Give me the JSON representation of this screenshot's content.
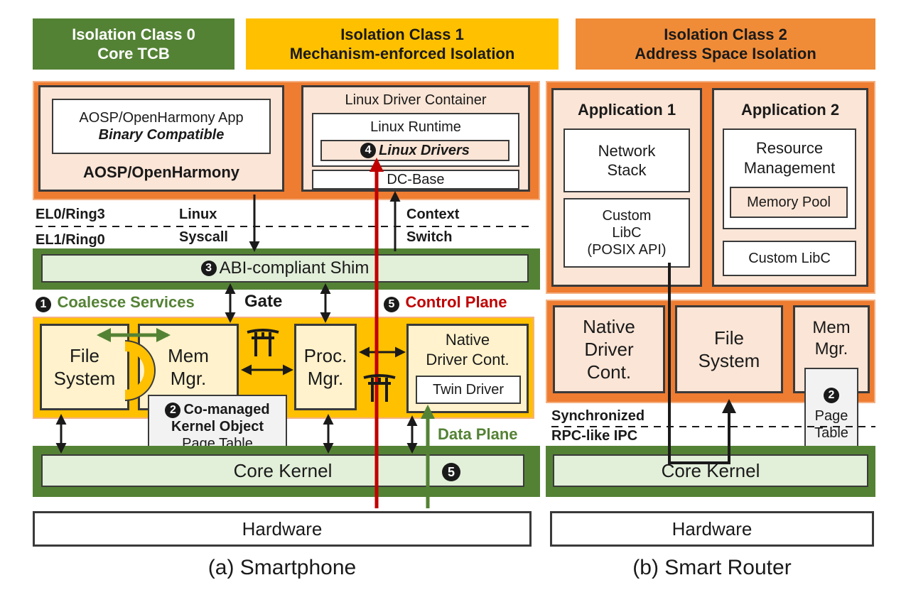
{
  "headers": {
    "class0_line1": "Isolation Class 0",
    "class0_line2": "Core TCB",
    "class1_line1": "Isolation Class 1",
    "class1_line2": "Mechanism-enforced Isolation",
    "class2_line1": "Isolation Class 2",
    "class2_line2": "Address Space Isolation"
  },
  "smartphone": {
    "aosp_app_line1": "AOSP/OpenHarmony App",
    "aosp_app_line2": "Binary Compatible",
    "aosp_label": "AOSP/OpenHarmony",
    "ldc_title": "Linux Driver Container",
    "linux_runtime": "Linux Runtime",
    "linux_drivers": "Linux Drivers",
    "dc_base": "DC-Base",
    "el0": "EL0/Ring3",
    "el1": "EL1/Ring0",
    "linux_syscall_1": "Linux",
    "linux_syscall_2": "Syscall",
    "context_switch_1": "Context",
    "context_switch_2": "Switch",
    "shim": "ABI-compliant Shim",
    "coalesce": "Coalesce Services",
    "gate": "Gate",
    "control_plane": "Control Plane",
    "file_system_1": "File",
    "file_system_2": "System",
    "mem_mgr_1": "Mem",
    "mem_mgr_2": "Mgr.",
    "proc_mgr_1": "Proc.",
    "proc_mgr_2": "Mgr.",
    "native_1": "Native",
    "native_2": "Driver Cont.",
    "twin_driver": "Twin Driver",
    "co_managed_1": "Co-managed",
    "co_managed_2": "Kernel Object",
    "page_table": "Page Table",
    "data_plane": "Data Plane",
    "core_kernel": "Core Kernel",
    "hardware": "Hardware",
    "caption": "(a) Smartphone"
  },
  "router": {
    "app1": "Application 1",
    "network_1": "Network",
    "network_2": "Stack",
    "custom_libc_1": "Custom",
    "custom_libc_2": "LibC",
    "custom_libc_3": "(POSIX API)",
    "app2": "Application 2",
    "resource_1": "Resource",
    "resource_2": "Management",
    "memory_pool": "Memory Pool",
    "custom_libc_b": "Custom LibC",
    "native_1": "Native",
    "native_2": "Driver",
    "native_3": "Cont.",
    "file_system_1": "File",
    "file_system_2": "System",
    "mem_mgr_1": "Mem",
    "mem_mgr_2": "Mgr.",
    "page_1": "Page",
    "page_2": "Table",
    "sync_1": "Synchronized",
    "sync_2": "RPC-like IPC",
    "core_kernel": "Core Kernel",
    "hardware": "Hardware",
    "caption": "(b) Smart Router"
  },
  "markers": {
    "m1": "1",
    "m2": "2",
    "m3": "3",
    "m4": "4",
    "m5": "5"
  },
  "colors": {
    "green_dark": "#548235",
    "yellow": "#ffc000",
    "orange": "#ee7c31",
    "control_plane_red": "#c00000",
    "data_plane_green": "#548235"
  }
}
